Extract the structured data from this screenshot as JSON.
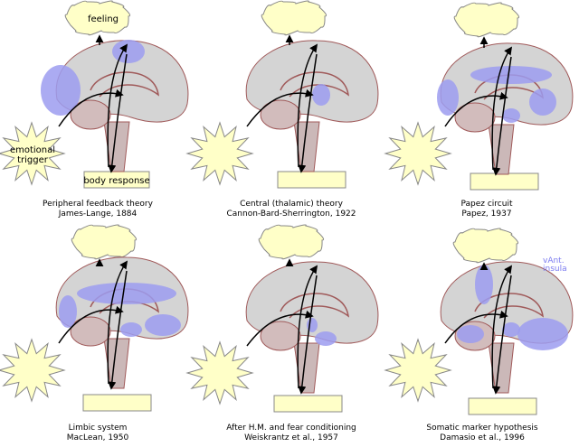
{
  "colors": {
    "brain": "#d4d4d4",
    "outline": "#a05a5a",
    "highlight": "#9c9cf0",
    "cloud": "#ffffc8",
    "star": "#ffffc8",
    "box": "#ffffc8",
    "arrow": "#000000",
    "insula_label": "#7b7bf0"
  },
  "labels": {
    "feeling": "feeling",
    "trigger_line1": "emotional",
    "trigger_line2": "trigger",
    "body_response": "body response",
    "insula_line1": "vAnt.",
    "insula_line2": "insula"
  },
  "panels": [
    {
      "title": "Peripheral feedback theory",
      "subtitle": "James-Lange, 1884"
    },
    {
      "title": "Central (thalamic) theory",
      "subtitle": "Cannon-Bard-Sherrington, 1922"
    },
    {
      "title": "Papez circuit",
      "subtitle": "Papez, 1937"
    },
    {
      "title": "Limbic system",
      "subtitle": "MacLean, 1950"
    },
    {
      "title": "After H.M. and fear conditioning",
      "subtitle": "Weiskrantz et al., 1957"
    },
    {
      "title": "Somatic marker hypothesis",
      "subtitle": "Damasio et al., 1996"
    }
  ]
}
